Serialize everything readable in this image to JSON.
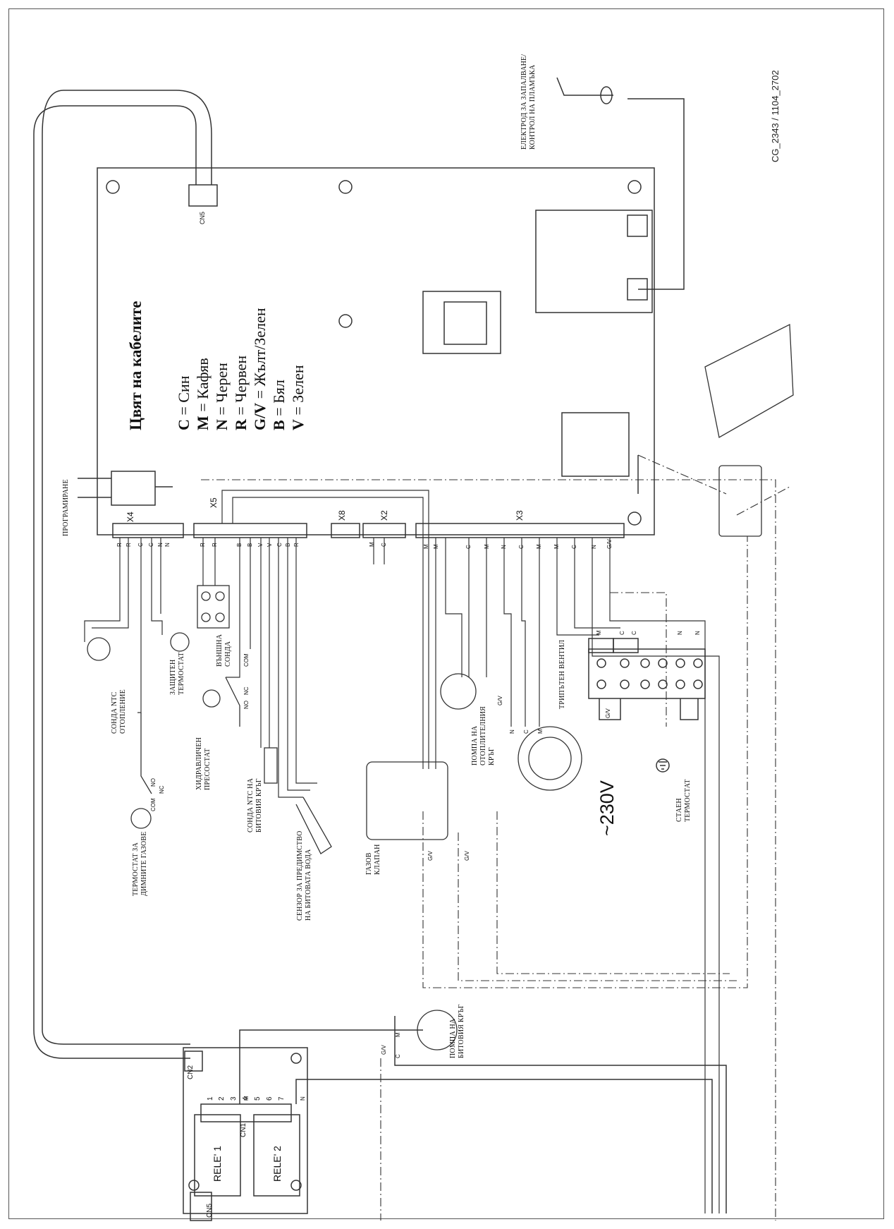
{
  "doc_code": "CG_2343 / 1104_2702",
  "legend": {
    "title": "Цвят на кабелите",
    "entries": [
      {
        "code": "C",
        "meaning": "Син"
      },
      {
        "code": "M",
        "meaning": "Кафяв"
      },
      {
        "code": "N",
        "meaning": "Черен"
      },
      {
        "code": "R",
        "meaning": "Червен"
      },
      {
        "code": "G/V",
        "meaning": "Жълт/Зелен"
      },
      {
        "code": "B",
        "meaning": "Бял"
      },
      {
        "code": "V",
        "meaning": "Зелен"
      }
    ]
  },
  "components": {
    "electrode": [
      "ЕЛЕКТРОД ЗА ЗАПАЛВАНЕ/",
      "КОНТРОЛ НА ПЛАМЪКА"
    ],
    "programming": "ПРОГРАМИРАНЕ",
    "ntc_heating": [
      "СОНДА NTC",
      "ОТОПЛЕНИЕ"
    ],
    "safety_thermostat": [
      "ЗАЩИТЕН",
      "ТЕРМОСТАТ"
    ],
    "external_probe": [
      "ВЪНШНА",
      "СОНДА"
    ],
    "hydraulic_pressostat": [
      "ХИДРАВЛИЧЕН",
      "ПРЕСОСТАТ"
    ],
    "flue_thermostat": [
      "ТЕРМОСТАТ ЗА",
      "ДИМНИТЕ ГАЗОВЕ"
    ],
    "ntc_dhw": [
      "СОНДА NTC НА",
      "БИТОВИЯ КРЪГ"
    ],
    "priority_sensor": [
      "СЕНЗОР ЗА ПРЕДИМСТВО",
      "НА БИТОВАТА ВОДА"
    ],
    "gas_valve": [
      "ГАЗОВ",
      "КЛАПАН"
    ],
    "heating_pump": [
      "ПОМПА НА",
      "ОТОПЛИТЕЛНИЯ",
      "КРЪГ"
    ],
    "three_way_valve": "ТРИПЪТЕН ВЕНТИЛ",
    "room_thermostat": [
      "СТАЕН",
      "ТЕРМОСТАТ"
    ],
    "dhw_pump": [
      "ПОМПА НА",
      "БИТОВИЯ КРЪГ"
    ],
    "voltage": "~230V"
  },
  "connectors": {
    "x4": "X4",
    "x5": "X5",
    "x8": "X8",
    "x2": "X2",
    "x3": "X3",
    "cn5_top": "CN5",
    "cn5_relay": "CN5",
    "cn2": "CN2",
    "cn1": "CN1"
  },
  "relays": {
    "rele1": "RELE' 1",
    "rele2": "RELE' 2"
  },
  "terminals": [
    "1",
    "2",
    "3",
    "4",
    "5",
    "6",
    "7"
  ],
  "wire_codes": {
    "x4": [
      "R",
      "R",
      "C",
      "C",
      "N",
      "N"
    ],
    "x5": [
      "R",
      "R",
      "B",
      "B",
      "V",
      "V",
      "C",
      "B",
      "R"
    ],
    "x2": [
      "M",
      "C"
    ],
    "x3": [
      "M",
      "M",
      "C",
      "M",
      "N",
      "C",
      "M",
      "M",
      "C",
      "N",
      "G/V"
    ],
    "switches": [
      "NO",
      "NC",
      "COM"
    ],
    "block": [
      "M",
      "C",
      "C",
      "N",
      "N"
    ],
    "pump_heat": "G/V",
    "valve_3way": [
      "N",
      "C",
      "M"
    ],
    "gas_gv": "G/V",
    "dhw_pump": [
      "M",
      "C",
      "G/V"
    ],
    "relay_wires": [
      "M",
      "N"
    ]
  }
}
